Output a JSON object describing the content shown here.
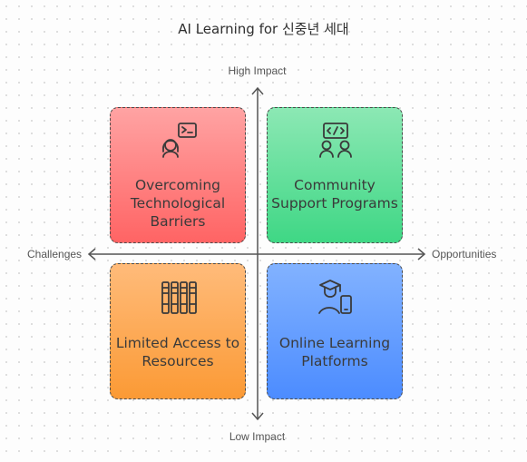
{
  "title": "AI Learning for 신중년 세대",
  "axes": {
    "top": "High Impact",
    "bottom": "Low Impact",
    "left": "Challenges",
    "right": "Opportunities"
  },
  "quadrants": {
    "top_left": {
      "line1": "Overcoming",
      "line2": "Technological",
      "line3": "Barriers",
      "icon": "support-agent-icon",
      "color": "#ff6464"
    },
    "top_right": {
      "line1": "Community",
      "line2": "Support Programs",
      "icon": "coding-community-icon",
      "color": "#3fd785"
    },
    "bottom_left": {
      "line1": "Limited Access to",
      "line2": "Resources",
      "icon": "library-books-icon",
      "color": "#fb9a35"
    },
    "bottom_right": {
      "line1": "Online Learning",
      "line2": "Platforms",
      "icon": "student-mobile-icon",
      "color": "#4c8cff"
    }
  }
}
